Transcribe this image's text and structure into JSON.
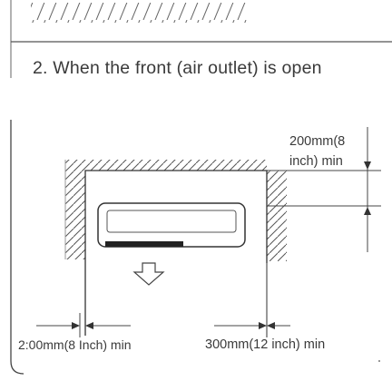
{
  "heading": "2. When the front (air outlet) is open",
  "dimensions": {
    "top_clearance_line1": "200mm(8",
    "top_clearance_line2": "inch) min",
    "left_clearance": "2:00mm(8 Inch) min",
    "right_clearance": "300mm(12 inch) min"
  },
  "icons": {
    "airflow": "down-arrow-icon"
  },
  "colors": {
    "line": "#444444",
    "text": "#3a3a3a"
  }
}
